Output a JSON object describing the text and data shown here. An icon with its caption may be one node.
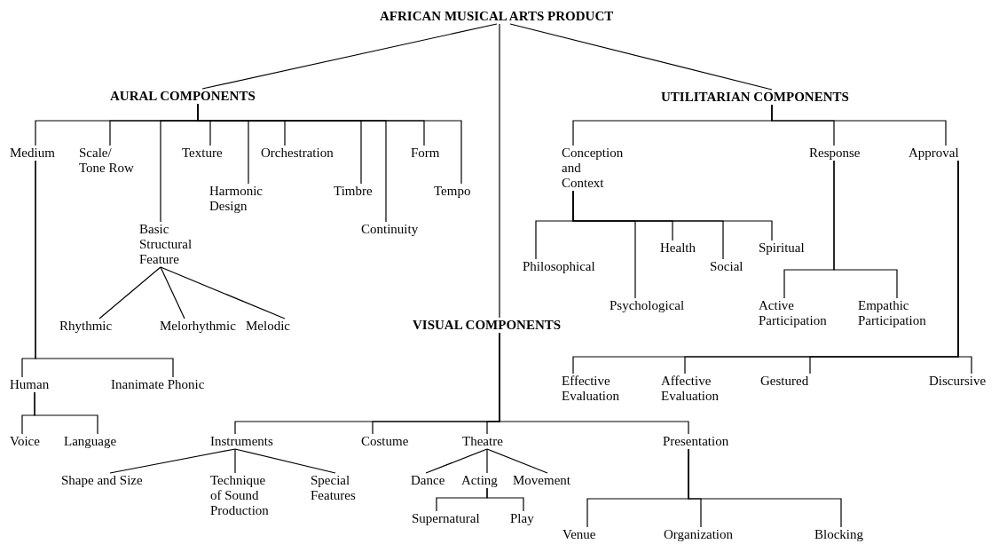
{
  "diagram": {
    "nodes": [
      {
        "text": [
          "AFRICAN MUSICAL ARTS PRODUCT"
        ]
      },
      {
        "text": [
          "AURAL COMPONENTS"
        ]
      },
      {
        "text": [
          "UTILITARIAN COMPONENTS"
        ]
      },
      {
        "text": [
          "Medium"
        ]
      },
      {
        "text": [
          "Scale/ Tone Row"
        ]
      },
      {
        "text": [
          "Texture"
        ]
      },
      {
        "text": [
          "Orchestration"
        ]
      },
      {
        "text": [
          "Form"
        ]
      },
      {
        "text": [
          "Harmonic Design"
        ]
      },
      {
        "text": [
          "Timbre"
        ]
      },
      {
        "text": [
          "Tempo"
        ]
      },
      {
        "text": [
          "Basic Structural Feature"
        ]
      },
      {
        "text": [
          "Continuity"
        ]
      },
      {
        "text": [
          "Conception and Context"
        ]
      },
      {
        "text": [
          "Response"
        ]
      },
      {
        "text": [
          "Approval"
        ]
      },
      {
        "text": [
          "Health"
        ]
      },
      {
        "text": [
          "Spiritual"
        ]
      },
      {
        "text": [
          "Philosophical"
        ]
      },
      {
        "text": [
          "Social"
        ]
      },
      {
        "text": [
          "Psychological"
        ]
      },
      {
        "text": [
          "Active Participation"
        ]
      },
      {
        "text": [
          "Empathic Participation"
        ]
      },
      {
        "text": [
          "VISUAL COMPONENTS"
        ]
      },
      {
        "text": [
          "Rhythmic"
        ]
      },
      {
        "text": [
          "Melorhythmic"
        ]
      },
      {
        "text": [
          "Melodic"
        ]
      },
      {
        "text": [
          "Human"
        ]
      },
      {
        "text": [
          "Inanimate Phonic"
        ]
      },
      {
        "text": [
          "Effective Evaluation"
        ]
      },
      {
        "text": [
          "Affective Evaluation"
        ]
      },
      {
        "text": [
          "Gestured"
        ]
      },
      {
        "text": [
          "Discursive"
        ]
      },
      {
        "text": [
          "Voice"
        ]
      },
      {
        "text": [
          "Language"
        ]
      },
      {
        "text": [
          "Instruments"
        ]
      },
      {
        "text": [
          "Costume"
        ]
      },
      {
        "text": [
          "Theatre"
        ]
      },
      {
        "text": [
          "Presentation"
        ]
      },
      {
        "text": [
          "Shape and Size"
        ]
      },
      {
        "text": [
          "Technique of Sound Production"
        ]
      },
      {
        "text": [
          "Special Features"
        ]
      },
      {
        "text": [
          "Dance"
        ]
      },
      {
        "text": [
          "Acting"
        ]
      },
      {
        "text": [
          "Movement"
        ]
      },
      {
        "text": [
          "Supernatural"
        ]
      },
      {
        "text": [
          "Play"
        ]
      },
      {
        "text": [
          "Venue"
        ]
      },
      {
        "text": [
          "Organization"
        ]
      },
      {
        "text": [
          "Blocking"
        ]
      }
    ],
    "edges": [
      {
        "from": 0,
        "to": 1,
        "arrow": "none"
      },
      {
        "from": 0,
        "to": 23,
        "arrow": "none"
      },
      {
        "from": 0,
        "to": 2,
        "arrow": "none"
      },
      {
        "from": 1,
        "to": 3,
        "arrow": "none"
      },
      {
        "from": 1,
        "to": 4,
        "arrow": "none"
      },
      {
        "from": 1,
        "to": 11,
        "arrow": "none"
      },
      {
        "from": 1,
        "to": 5,
        "arrow": "none"
      },
      {
        "from": 1,
        "to": 8,
        "arrow": "none"
      },
      {
        "from": 1,
        "to": 6,
        "arrow": "none"
      },
      {
        "from": 1,
        "to": 9,
        "arrow": "none"
      },
      {
        "from": 1,
        "to": 12,
        "arrow": "none"
      },
      {
        "from": 1,
        "to": 7,
        "arrow": "none"
      },
      {
        "from": 1,
        "to": 10,
        "arrow": "none"
      },
      {
        "from": 11,
        "to": 24,
        "arrow": "none"
      },
      {
        "from": 11,
        "to": 25,
        "arrow": "none"
      },
      {
        "from": 11,
        "to": 26,
        "arrow": "none"
      },
      {
        "from": 3,
        "to": 27,
        "arrow": "none"
      },
      {
        "from": 3,
        "to": 28,
        "arrow": "none"
      },
      {
        "from": 27,
        "to": 33,
        "arrow": "none"
      },
      {
        "from": 27,
        "to": 34,
        "arrow": "none"
      },
      {
        "from": 2,
        "to": 13,
        "arrow": "none"
      },
      {
        "from": 2,
        "to": 14,
        "arrow": "none"
      },
      {
        "from": 2,
        "to": 15,
        "arrow": "none"
      },
      {
        "from": 13,
        "to": 18,
        "arrow": "none"
      },
      {
        "from": 13,
        "to": 20,
        "arrow": "none"
      },
      {
        "from": 13,
        "to": 16,
        "arrow": "none"
      },
      {
        "from": 13,
        "to": 19,
        "arrow": "none"
      },
      {
        "from": 13,
        "to": 17,
        "arrow": "none"
      },
      {
        "from": 14,
        "to": 21,
        "arrow": "none"
      },
      {
        "from": 14,
        "to": 22,
        "arrow": "none"
      },
      {
        "from": 15,
        "to": 29,
        "arrow": "none"
      },
      {
        "from": 15,
        "to": 30,
        "arrow": "none"
      },
      {
        "from": 15,
        "to": 31,
        "arrow": "none"
      },
      {
        "from": 15,
        "to": 32,
        "arrow": "none"
      },
      {
        "from": 23,
        "to": 35,
        "arrow": "none"
      },
      {
        "from": 23,
        "to": 36,
        "arrow": "none"
      },
      {
        "from": 23,
        "to": 37,
        "arrow": "none"
      },
      {
        "from": 23,
        "to": 38,
        "arrow": "none"
      },
      {
        "from": 35,
        "to": 39,
        "arrow": "none"
      },
      {
        "from": 35,
        "to": 40,
        "arrow": "none"
      },
      {
        "from": 35,
        "to": 41,
        "arrow": "none"
      },
      {
        "from": 37,
        "to": 42,
        "arrow": "none"
      },
      {
        "from": 37,
        "to": 43,
        "arrow": "none"
      },
      {
        "from": 37,
        "to": 44,
        "arrow": "none"
      },
      {
        "from": 43,
        "to": 45,
        "arrow": "none"
      },
      {
        "from": 43,
        "to": 46,
        "arrow": "none"
      },
      {
        "from": 38,
        "to": 47,
        "arrow": "none"
      },
      {
        "from": 38,
        "to": 48,
        "arrow": "none"
      },
      {
        "from": 38,
        "to": 49,
        "arrow": "none"
      }
    ]
  }
}
